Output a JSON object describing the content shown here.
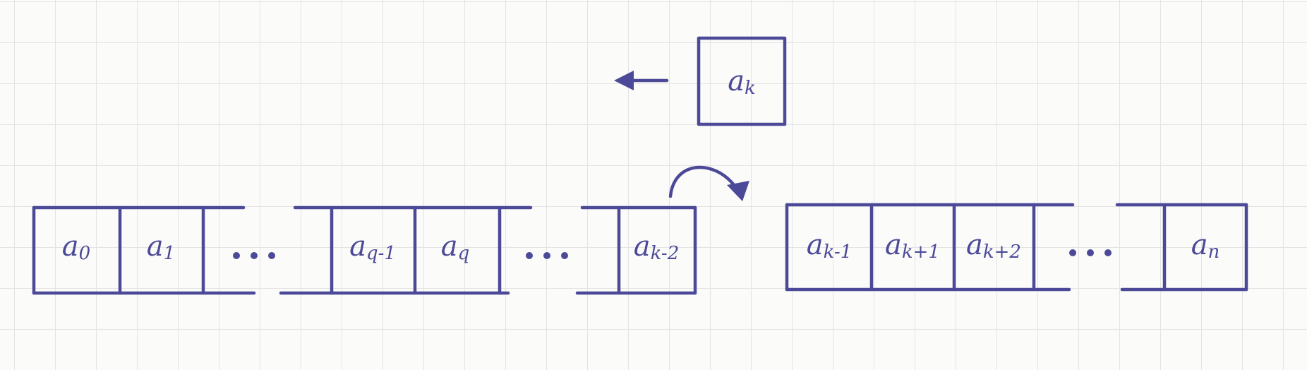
{
  "diagram": {
    "moved_cell": {
      "label": "aₖ",
      "sub": "k"
    },
    "left_block": {
      "cells": [
        {
          "base": "a",
          "sub": "0"
        },
        {
          "base": "a",
          "sub": "1"
        },
        {
          "ellipsis": true
        },
        {
          "base": "a",
          "sub": "q-1"
        },
        {
          "base": "a",
          "sub": "q"
        },
        {
          "ellipsis": true
        },
        {
          "base": "a",
          "sub": "k-2"
        }
      ]
    },
    "right_block": {
      "cells": [
        {
          "base": "a",
          "sub": "k-1"
        },
        {
          "base": "a",
          "sub": "k+1"
        },
        {
          "base": "a",
          "sub": "k+2"
        },
        {
          "ellipsis": true
        },
        {
          "base": "a",
          "sub": "n"
        }
      ]
    },
    "ink_color": "#4c4a98",
    "annotations": [
      "arrow-left-from-ak",
      "curved-arrow-ak2-to-ak1"
    ]
  }
}
